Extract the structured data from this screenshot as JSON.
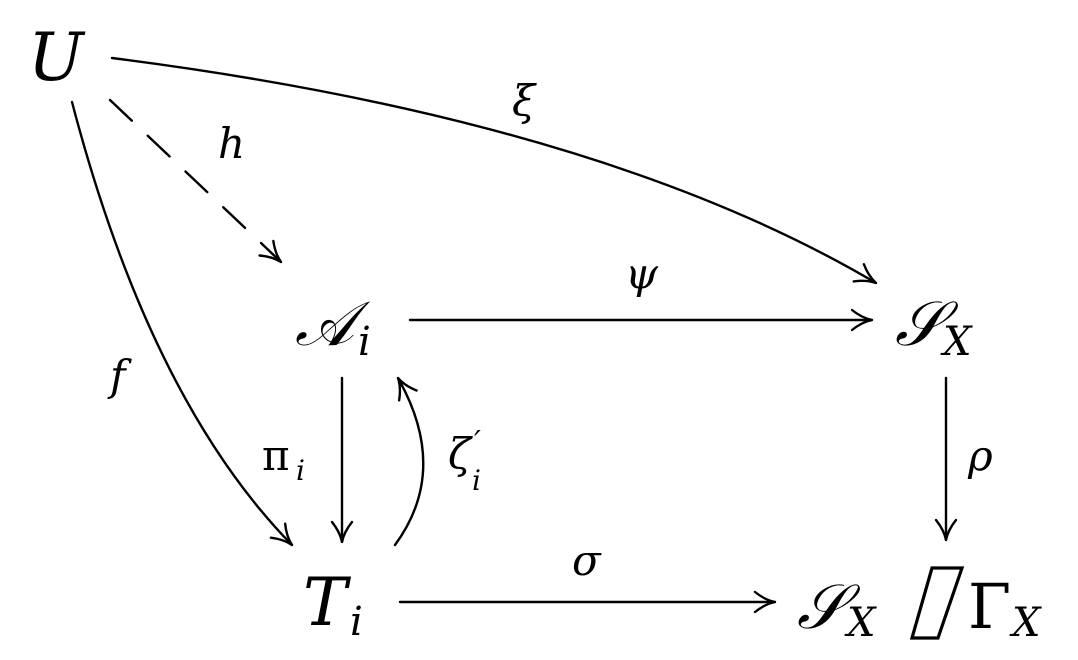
{
  "nodes": {
    "U": "U",
    "A_i": {
      "base": "𝒜",
      "sub": "i"
    },
    "S_X": {
      "base": "𝒮",
      "sub": "X"
    },
    "T_i": {
      "base": "T",
      "sub": "i"
    },
    "S_X_quot": {
      "base": "𝒮",
      "sub": "X",
      "gamma": "Γ",
      "gamma_sub": "X"
    }
  },
  "arrows": {
    "xi": "ξ",
    "h": "h",
    "f": "f",
    "psi": "ψ",
    "pi_i": {
      "base": "π",
      "sub": "i"
    },
    "zeta_i_prime": {
      "base": "ζ",
      "prime": "′",
      "sub": "i"
    },
    "rho": "ρ",
    "sigma": "σ"
  },
  "colors": {
    "stroke": "#000000",
    "background": "#ffffff"
  }
}
